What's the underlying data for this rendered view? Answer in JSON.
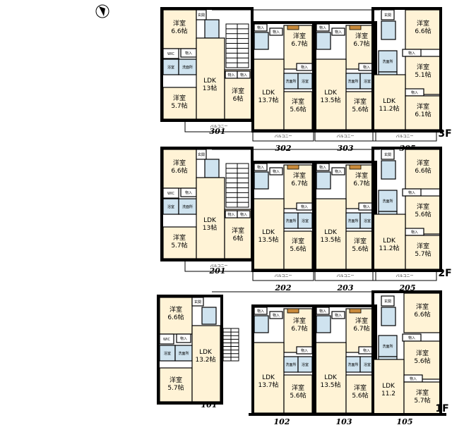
{
  "labels": {
    "western": "洋室",
    "ldk": "LDK",
    "balcony": "バルコニー",
    "entrance": "玄関",
    "storage": "物入",
    "wic": "WIC",
    "bath": "浴室",
    "washroom": "洗面所"
  },
  "floors": [
    {
      "label": "3F",
      "units": [
        {
          "number": "301",
          "rooms": [
            "6.6帖",
            "13帖",
            "5.7帖",
            "6帖"
          ]
        },
        {
          "number": "302",
          "rooms": [
            "6.7帖",
            "13.7帖",
            "5.6帖"
          ]
        },
        {
          "number": "303",
          "rooms": [
            "6.7帖",
            "13.5帖",
            "5.6帖"
          ]
        },
        {
          "number": "305",
          "rooms": [
            "6.6帖",
            "5.1帖",
            "11.2帖",
            "6.1帖"
          ]
        }
      ]
    },
    {
      "label": "2F",
      "units": [
        {
          "number": "201",
          "rooms": [
            "6.6帖",
            "13帖",
            "5.7帖",
            "6帖"
          ]
        },
        {
          "number": "202",
          "rooms": [
            "6.7帖",
            "13.5帖",
            "5.6帖"
          ]
        },
        {
          "number": "203",
          "rooms": [
            "6.7帖",
            "13.5帖",
            "5.6帖"
          ]
        },
        {
          "number": "205",
          "rooms": [
            "6.6帖",
            "5.6帖",
            "11.2帖",
            "5.7帖"
          ]
        }
      ]
    },
    {
      "label": "1F",
      "units": [
        {
          "number": "101",
          "rooms": [
            "6.6帖",
            "13.2帖",
            "5.7帖"
          ]
        },
        {
          "number": "102",
          "rooms": [
            "6.7帖",
            "13.7帖",
            "5.6帖"
          ]
        },
        {
          "number": "103",
          "rooms": [
            "6.7帖",
            "13.5帖",
            "5.6帖"
          ]
        },
        {
          "number": "105",
          "rooms": [
            "6.6帖",
            "5.6帖",
            "11.2",
            "5.7帖"
          ]
        }
      ]
    }
  ],
  "colors": {
    "room": "#fff3d6",
    "wet": "#cfe3ef",
    "wall": "#000000"
  },
  "compass_icon": "north-arrow-icon"
}
